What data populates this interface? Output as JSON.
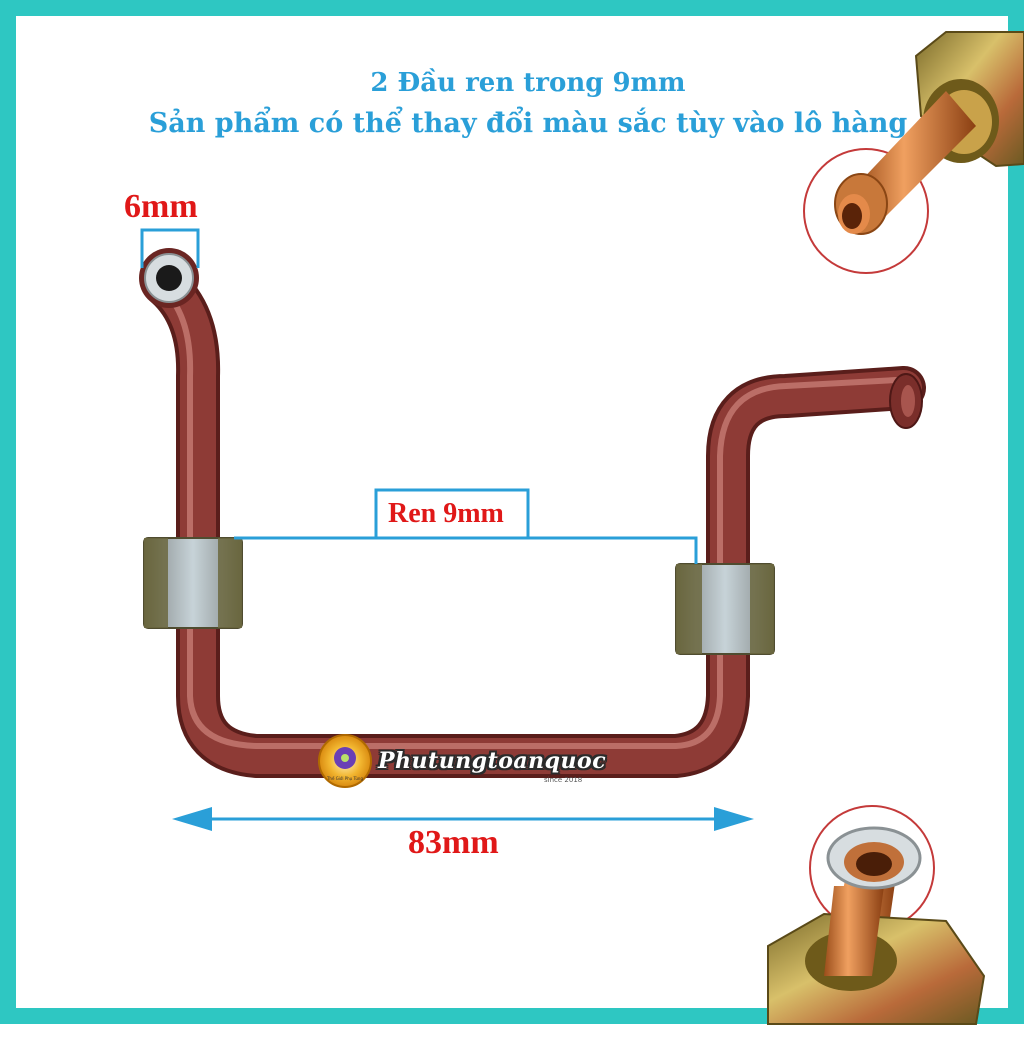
{
  "header": {
    "line1": "2 Đầu ren trong 9mm",
    "line2": "Sản phẩm có thể thay đổi màu sắc tùy vào lô hàng"
  },
  "dimensions": {
    "tube_diameter": "6mm",
    "thread": "Ren 9mm",
    "width": "83mm"
  },
  "watermark": {
    "brand": "Phutungtoanquoc",
    "logo_caption": "Thế Giới Phụ Tùng",
    "sub": "since 2018"
  },
  "colors": {
    "frame": "#2ec7c2",
    "title": "#2a9fd8",
    "dimension_text": "#e01818",
    "dimension_lines": "#2a9fd8",
    "tube": "#8e3b36"
  }
}
